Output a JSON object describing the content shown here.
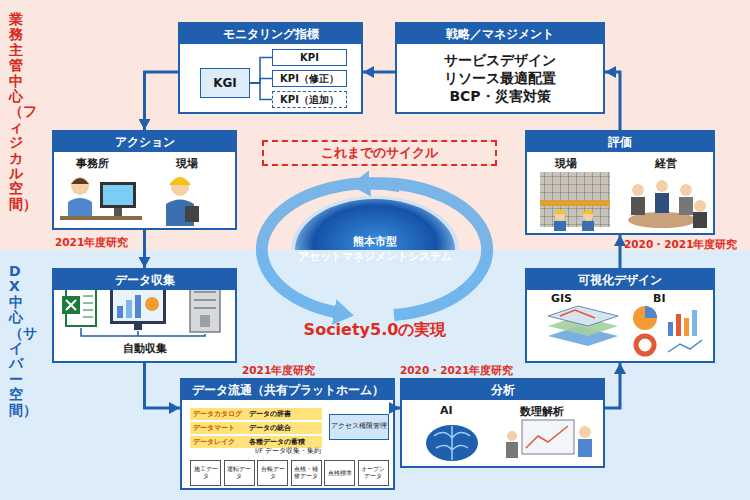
{
  "diagram": {
    "nodes": [
      {
        "text": [
          "業務主管中心（フィジカル空間）"
        ]
      },
      {
        "text": [
          "モニタリング指標"
        ],
        "in": 0
      },
      {
        "text": [
          "KGI"
        ],
        "in": 1
      },
      {
        "text": [
          "KPI"
        ],
        "in": 1
      },
      {
        "text": [
          "KPI（修正）"
        ],
        "in": 1
      },
      {
        "text": [
          "KPI（追加）"
        ],
        "in": 1
      },
      {
        "text": [
          "戦略／マネジメント",
          "サービスデザイン リソース最適配置 BCP・災害対策"
        ],
        "in": 0
      },
      {
        "text": [
          "アクション",
          "事務所",
          "現場"
        ],
        "in": 0
      },
      {
        "text": [
          "これまでのサイクル"
        ],
        "in": 0
      },
      {
        "text": [
          "評価",
          "現場",
          "経営"
        ],
        "in": 0
      },
      {
        "text": [
          "熊本市型 アセットマネジメントシステム"
        ]
      },
      {
        "text": [
          "DX中心（サイバー空間）"
        ]
      },
      {
        "text": [
          "データ収集",
          "自動収集"
        ],
        "in": 11
      },
      {
        "text": [
          "可視化デザイン",
          "GIS",
          "BI"
        ],
        "in": 11
      },
      {
        "text": [
          "データ流通（共有プラットホーム）"
        ],
        "in": 11
      },
      {
        "text": [
          "データカタログ",
          "データの辞書"
        ],
        "in": 14
      },
      {
        "text": [
          "データマート",
          "データの統合"
        ],
        "in": 14
      },
      {
        "text": [
          "データレイク",
          "各種データの蓄積"
        ],
        "in": 14
      },
      {
        "text": [
          "アクセス権限管理"
        ],
        "in": 14
      },
      {
        "text": [
          "施工データ"
        ],
        "in": 14
      },
      {
        "text": [
          "運転データ"
        ],
        "in": 14
      },
      {
        "text": [
          "台帳データ"
        ],
        "in": 14
      },
      {
        "text": [
          "点検・補修データ"
        ],
        "in": 14
      },
      {
        "text": [
          "点検標準"
        ],
        "in": 14
      },
      {
        "text": [
          "オープンデータ"
        ],
        "in": 14
      },
      {
        "text": [
          "分析",
          "AI",
          "数理解析"
        ],
        "in": 11
      }
    ],
    "edges": [
      {
        "from": 6,
        "to": 1,
        "arrow": "to"
      },
      {
        "from": 1,
        "to": 7,
        "arrow": "to"
      },
      {
        "from": 7,
        "to": 12,
        "arrow": "to"
      },
      {
        "from": 12,
        "to": 14,
        "arrow": "to"
      },
      {
        "from": 14,
        "to": 25,
        "arrow": "to"
      },
      {
        "from": 25,
        "to": 13,
        "arrow": "to"
      },
      {
        "from": 13,
        "to": 9,
        "arrow": "to"
      },
      {
        "from": 9,
        "to": 6,
        "arrow": "to"
      },
      {
        "from": 2,
        "to": 3,
        "arrow": "none"
      },
      {
        "from": 2,
        "to": 4,
        "arrow": "none"
      },
      {
        "from": 2,
        "to": 5,
        "arrow": "none"
      }
    ],
    "labels": [
      "2021年度研究",
      "2021年度研究",
      "2020・2021年度研究",
      "2020・2021年度研究",
      "Society5.0の実現",
      "I/F データ収集・集約"
    ]
  }
}
